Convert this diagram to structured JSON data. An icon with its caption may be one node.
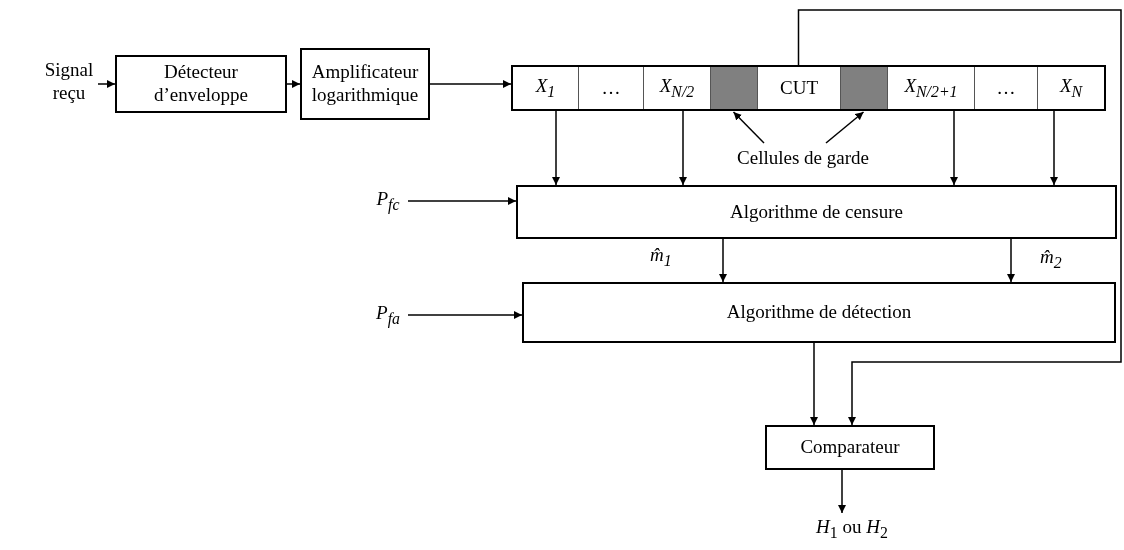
{
  "diagram": {
    "nodes": [
      {
        "text": [
          "Signal reçu"
        ]
      },
      {
        "text": [
          "Détecteur d’enveloppe"
        ]
      },
      {
        "text": [
          "Amplificateur logarithmique"
        ]
      },
      {
        "text": [],
        "shape": "box"
      },
      {
        "text": [
          "X$_{1}$"
        ],
        "in": 3
      },
      {
        "text": [
          "…"
        ],
        "in": 3
      },
      {
        "text": [
          "X$_{N/2}$"
        ],
        "in": 3
      },
      {
        "text": [],
        "shape": "box",
        "in": 3
      },
      {
        "text": [
          "CUT"
        ],
        "in": 3
      },
      {
        "text": [],
        "shape": "box",
        "in": 3
      },
      {
        "text": [
          "X$_{N/2+1}$"
        ],
        "in": 3
      },
      {
        "text": [
          "…"
        ],
        "in": 3
      },
      {
        "text": [
          "X$_{N}$"
        ],
        "in": 3
      },
      {
        "text": [
          "Cellules de garde"
        ]
      },
      {
        "text": [
          "P$_{fc}$"
        ]
      },
      {
        "text": [
          "Algorithme de censure"
        ]
      },
      {
        "text": [
          "P$_{fa}$"
        ]
      },
      {
        "text": [
          "Algorithme de détection"
        ]
      },
      {
        "text": [
          "Comparateur"
        ]
      },
      {
        "text": [
          "*H*$_{1}$ ou *H*$_{2}$"
        ]
      }
    ],
    "edges": [
      {
        "from": 0,
        "to": 1,
        "arrow": "to"
      },
      {
        "from": 1,
        "to": 2,
        "arrow": "to"
      },
      {
        "from": 2,
        "to": 3,
        "arrow": "to"
      },
      {
        "from": 4,
        "to": 15,
        "arrow": "to"
      },
      {
        "from": 6,
        "to": 15,
        "arrow": "to"
      },
      {
        "from": 10,
        "to": 15,
        "arrow": "to"
      },
      {
        "from": 12,
        "to": 15,
        "arrow": "to"
      },
      {
        "from": 13,
        "to": 7,
        "arrow": "to"
      },
      {
        "from": 13,
        "to": 9,
        "arrow": "to"
      },
      {
        "from": 14,
        "to": 15,
        "arrow": "to"
      },
      {
        "from": 15,
        "to": 17,
        "arrow": "to",
        "label": "m̂$_{1}$"
      },
      {
        "from": 15,
        "to": 17,
        "arrow": "to",
        "label": "m̂$_{2}$"
      },
      {
        "from": 16,
        "to": 17,
        "arrow": "to"
      },
      {
        "from": 17,
        "to": 18,
        "arrow": "to"
      },
      {
        "from": 8,
        "to": 18,
        "arrow": "to"
      },
      {
        "from": 18,
        "to": 19,
        "arrow": "to"
      }
    ]
  }
}
